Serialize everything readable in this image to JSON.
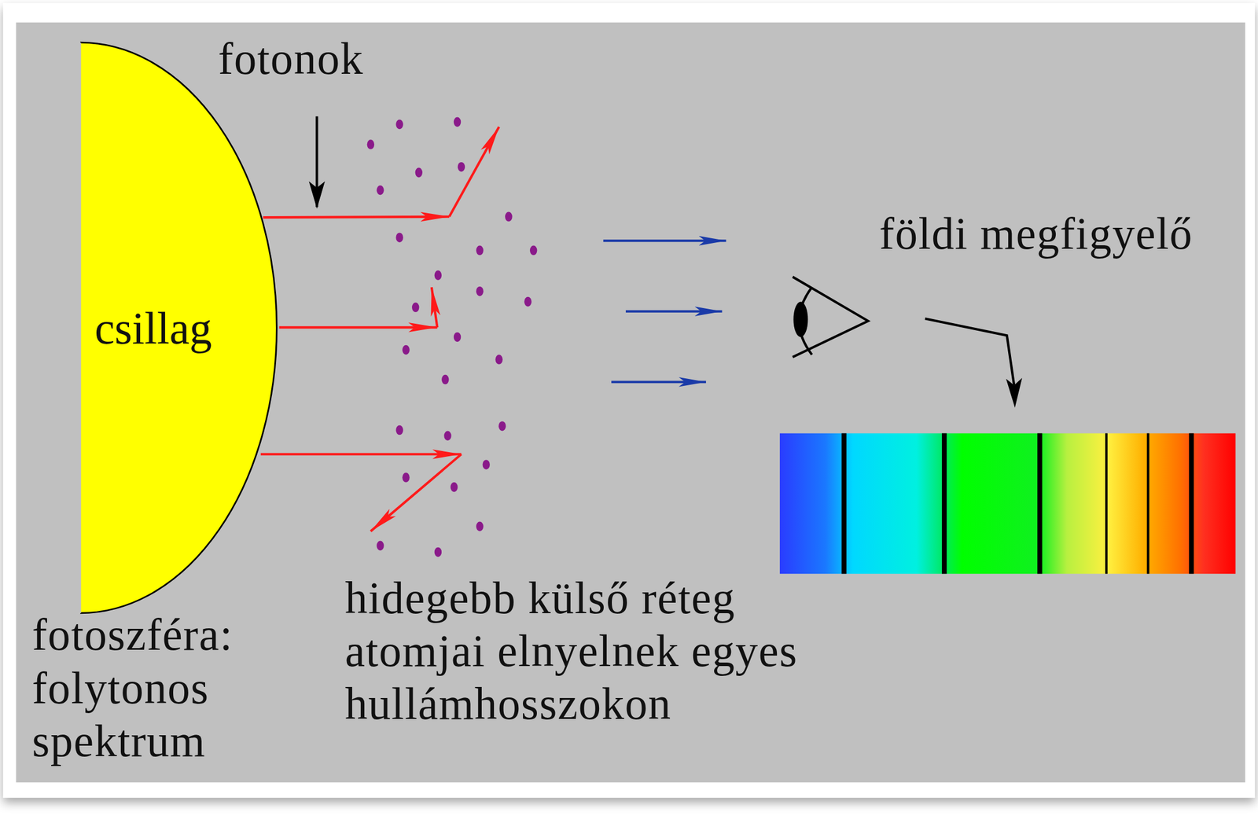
{
  "diagram": {
    "nodes": [
      {
        "text": [
          "csillag"
        ]
      }
    ],
    "labels": [
      "fotonok",
      "földi megfigyelő",
      "fotoszféra: folytonos spektrum",
      "hidegebb külső réteg atomjai elnyelnek egyes hullámhosszokon"
    ]
  }
}
